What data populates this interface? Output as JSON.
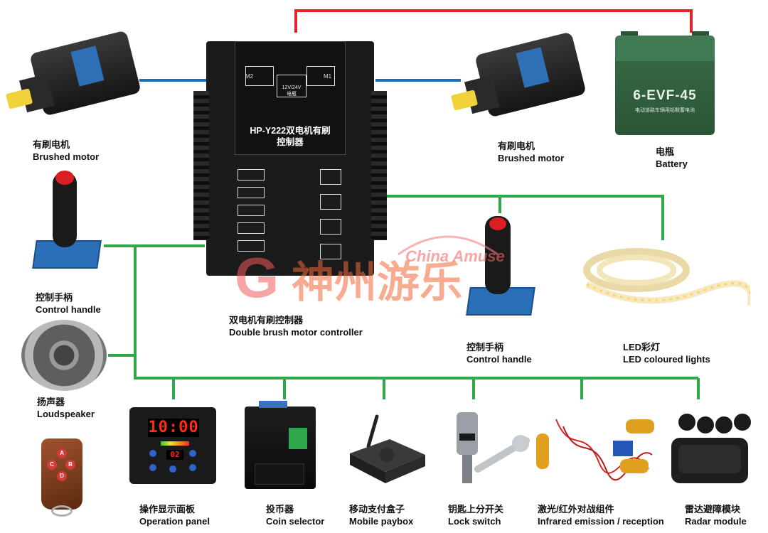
{
  "controller": {
    "title_line1": "HP-Y222双电机有刷",
    "title_line2": "控制器",
    "power_label": "12V/24V",
    "power_sub": "电瓶",
    "m1": "M1",
    "m2": "M2",
    "caption_cn": "双电机有刷控制器",
    "caption_en": "Double brush motor controller"
  },
  "components": {
    "motor_left": {
      "cn": "有刷电机",
      "en": "Brushed motor"
    },
    "motor_right": {
      "cn": "有刷电机",
      "en": "Brushed motor"
    },
    "battery": {
      "cn": "电瓶",
      "en": "Battery",
      "print": "6-EVF-45",
      "print_sub": "电动道路车辆用铅酸蓄电池"
    },
    "handle_left": {
      "cn": "控制手柄",
      "en": "Control handle"
    },
    "handle_mid": {
      "cn": "控制手柄",
      "en": "Control handle"
    },
    "led": {
      "cn": "LED彩灯",
      "en": "LED coloured lights"
    },
    "speaker": {
      "cn": "扬声器",
      "en": "Loudspeaker"
    },
    "panel": {
      "cn": "操作显示面板",
      "en": "Operation panel",
      "display": "10:00",
      "small": "02"
    },
    "coin": {
      "cn": "投币器",
      "en": "Coin selector"
    },
    "paybox": {
      "cn": "移动支付盒子",
      "en": "Mobile paybox"
    },
    "lock": {
      "cn": "钥匙上分开关",
      "en": "Lock switch"
    },
    "ir": {
      "cn": "激光/红外对战组件",
      "en": "Infrared emission / reception"
    },
    "radar": {
      "cn": "雷达避障模块",
      "en": "Radar  module"
    }
  },
  "watermark": {
    "cn": "神州游乐",
    "en": "China Amuse"
  },
  "colors": {
    "red_wire": "#e5222a",
    "blue_wire": "#1f6fb2",
    "green_wire": "#2fa84a"
  }
}
